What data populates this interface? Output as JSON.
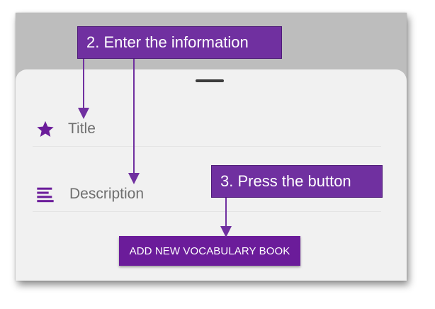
{
  "sheet": {
    "fields": [
      {
        "icon": "star-icon",
        "label": "Title"
      },
      {
        "icon": "notes-icon",
        "label": "Description"
      }
    ],
    "add_button_label": "ADD NEW VOCABULARY BOOK"
  },
  "annotations": {
    "step2": "2. Enter the information",
    "step3": "3. Press the button"
  },
  "colors": {
    "accent": "#6b1c9a",
    "callout": "#7030a0",
    "backdrop": "#bdbdbd",
    "sheet": "#f1f1f1"
  }
}
